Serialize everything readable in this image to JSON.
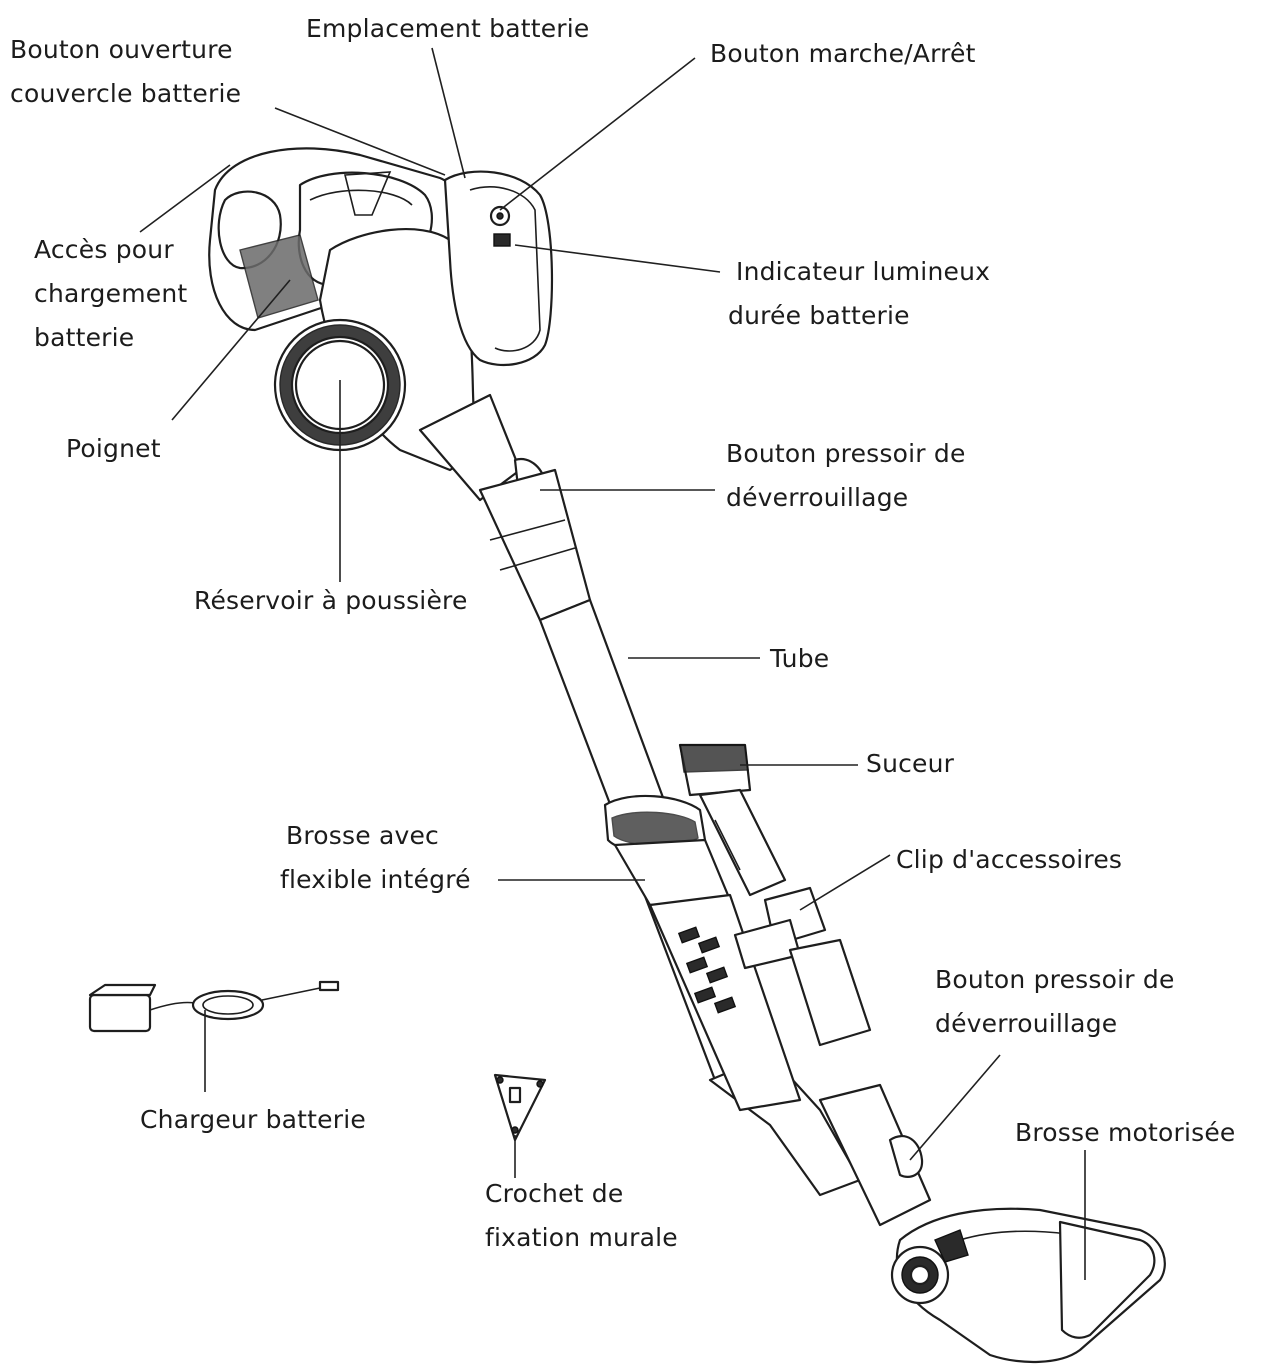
{
  "labels": {
    "bouton_ouverture": [
      "Bouton ouverture",
      "couvercle batterie"
    ],
    "emplacement_batterie": "Emplacement batterie",
    "bouton_marche": "Bouton marche/Arrêt",
    "acces_chargement": [
      "Accès pour",
      "chargement",
      "batterie"
    ],
    "indicateur": [
      "Indicateur lumineux",
      "durée batterie"
    ],
    "poignet": "Poignet",
    "bouton_pressoir_1": [
      "Bouton pressoir de",
      "déverrouillage"
    ],
    "reservoir": "Réservoir à poussière",
    "tube": "Tube",
    "suceur": "Suceur",
    "brosse_flexible": [
      "Brosse avec",
      "flexible intégré"
    ],
    "clip": "Clip d'accessoires",
    "bouton_pressoir_2": [
      "Bouton pressoir de",
      "déverrouillage"
    ],
    "brosse_motorisee": "Brosse motorisée",
    "chargeur": "Chargeur batterie",
    "crochet": [
      "Crochet de",
      "fixation murale"
    ]
  }
}
